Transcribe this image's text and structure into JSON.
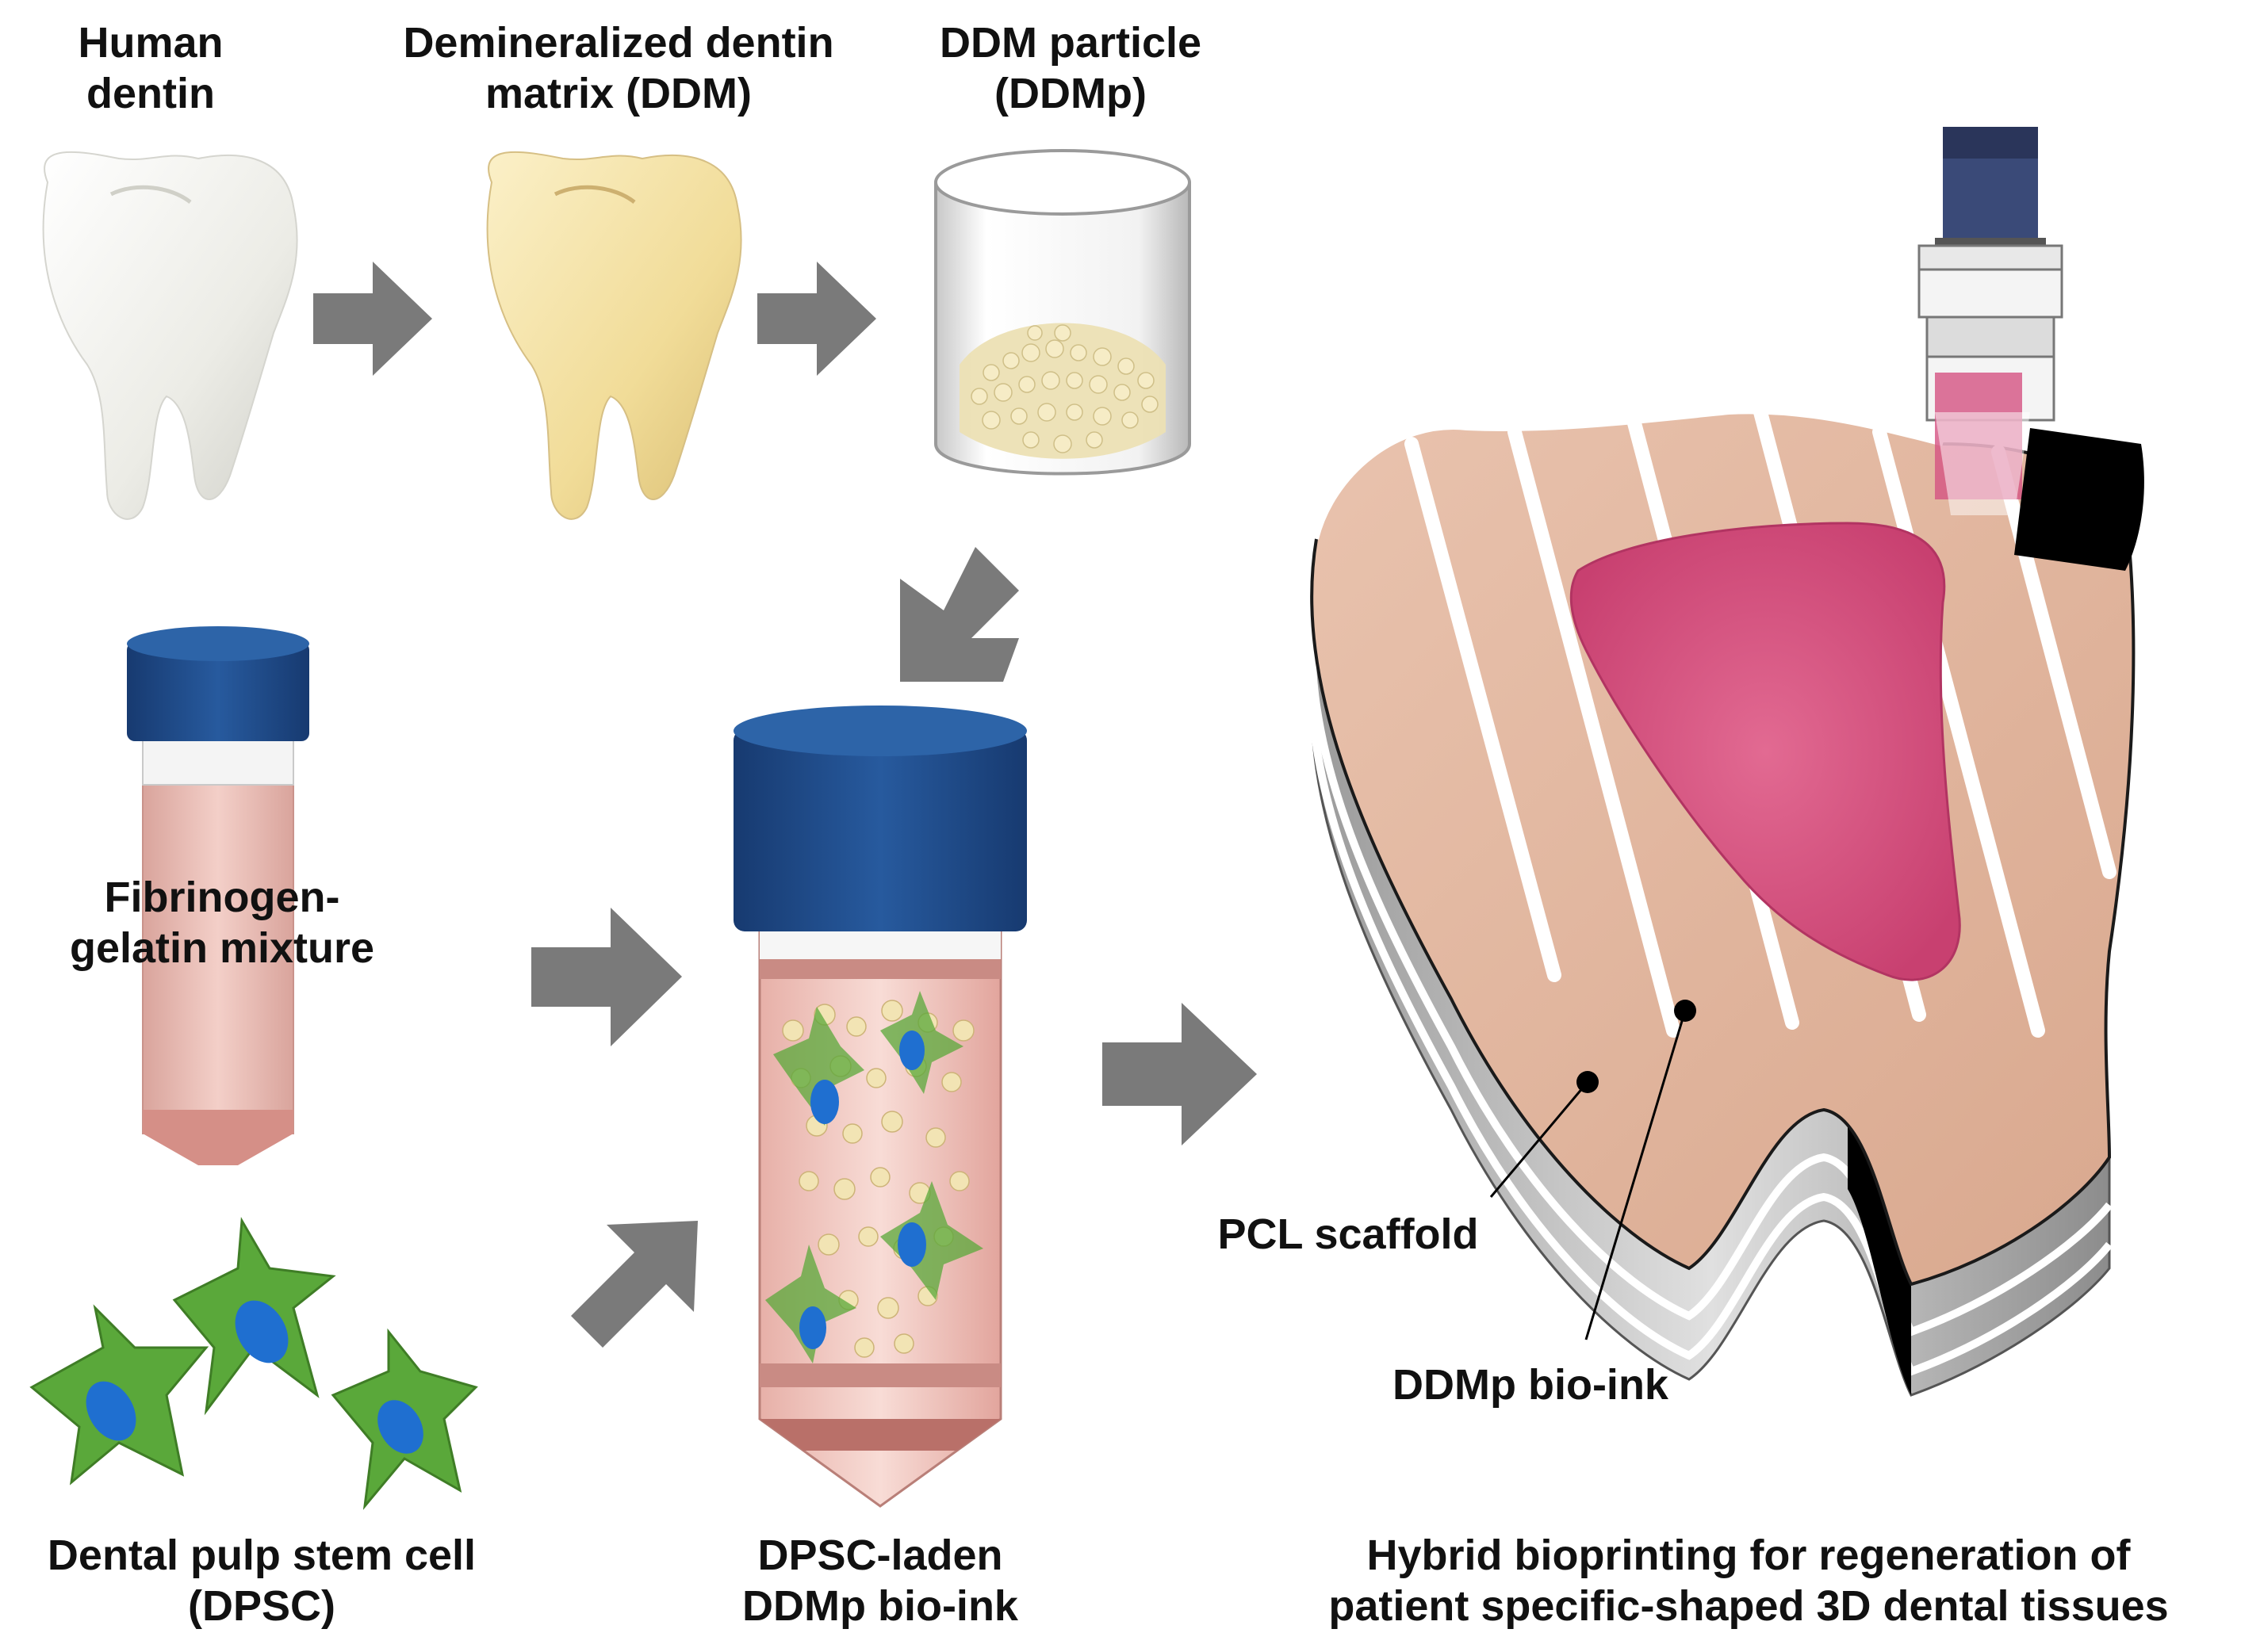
{
  "labels": {
    "human_dentin": [
      "Human",
      "dentin"
    ],
    "ddm": [
      "Demineralized dentin",
      "matrix (DDM)"
    ],
    "ddmp": [
      "DDM particle",
      "(DDMp)"
    ],
    "fibrinogen": [
      "Fibrinogen-",
      "gelatin mixture"
    ],
    "dpsc": [
      "Dental pulp stem cell",
      "(DPSC)"
    ],
    "bioink_tube": [
      "DPSC-laden",
      "DDMp bio-ink"
    ],
    "pcl": "PCL scaffold",
    "ddmp_bioink": "DDMp bio-ink",
    "hybrid": [
      "Hybrid bioprinting for regeneration of",
      "patient specific-shaped 3D dental tissues"
    ]
  },
  "icons": {
    "tooth_natural": "human-tooth-icon",
    "tooth_demineralized": "demineralized-tooth-icon",
    "beaker": "particle-beaker-icon",
    "tube_small": "fibrinogen-tube-icon",
    "cells": "stem-cell-icon",
    "tube_large": "bioink-tube-icon",
    "printer": "bioprinter-nozzle-icon",
    "scaffold": "printed-tooth-scaffold-icon"
  },
  "colors": {
    "arrow": "#7a7a7a",
    "cap": "#1f4a8a",
    "dentin": "#f1f1ec",
    "ddm": "#f3dfa0",
    "particles": "#f0e6bf",
    "fibrin": "#e9b9b1",
    "cell": "#5aa83a",
    "nucleus": "#1f6fd0",
    "bioink_pink": "#d8527a",
    "scaffold_tan": "#e3b9a2"
  }
}
